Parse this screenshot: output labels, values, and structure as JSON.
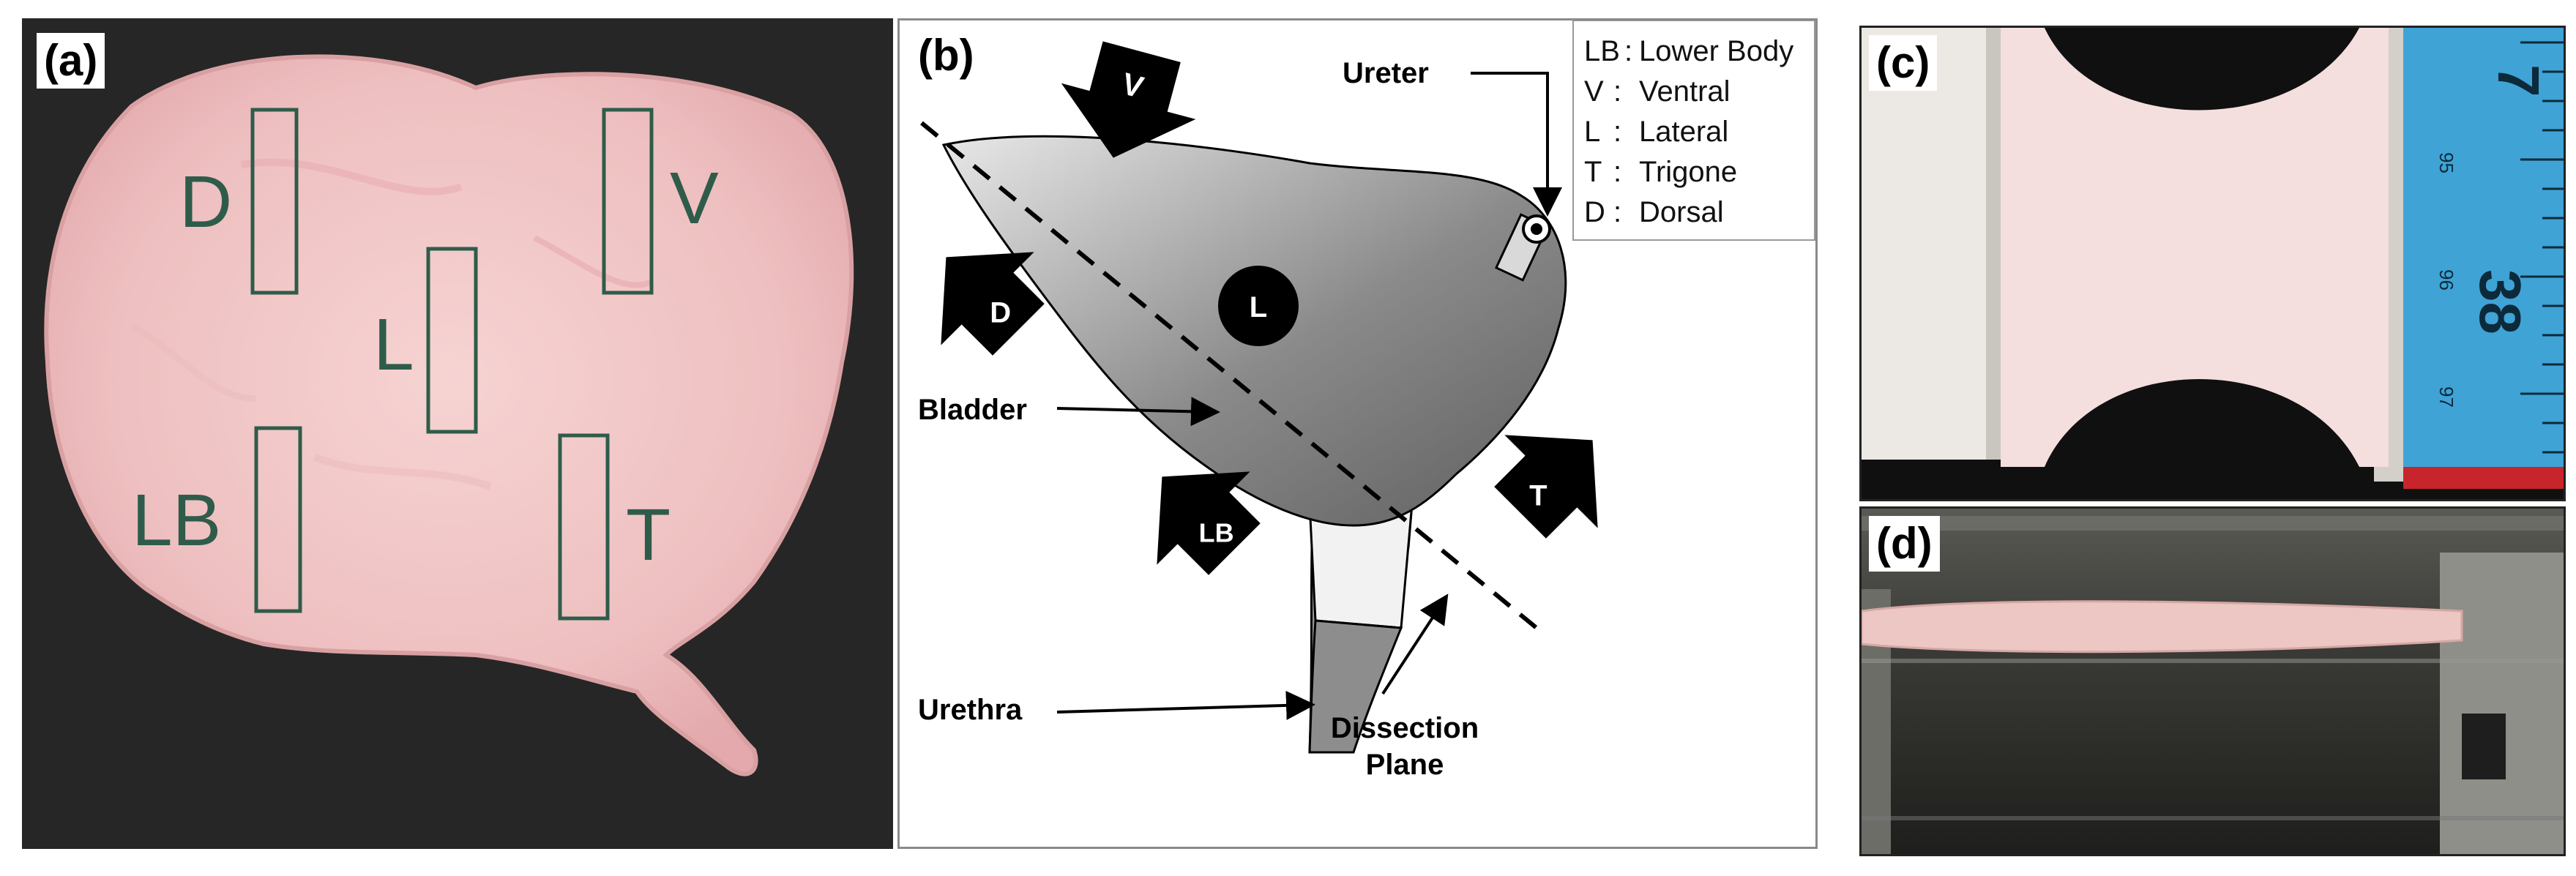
{
  "panels": {
    "a": {
      "label": "(a)",
      "regions": [
        {
          "key": "dorsal",
          "text": "D"
        },
        {
          "key": "ventral",
          "text": "V"
        },
        {
          "key": "lateral",
          "text": "L"
        },
        {
          "key": "lower-body",
          "text": "LB"
        },
        {
          "key": "trigone",
          "text": "T"
        }
      ]
    },
    "b": {
      "label": "(b)",
      "legend": [
        {
          "abbr": "LB",
          "sep": ":",
          "name": "Lower Body"
        },
        {
          "abbr": "V",
          "sep": " :",
          "name": "Ventral"
        },
        {
          "abbr": "L",
          "sep": " :",
          "name": "Lateral"
        },
        {
          "abbr": "T",
          "sep": " :",
          "name": "Trigone"
        },
        {
          "abbr": "D",
          "sep": " :",
          "name": "Dorsal"
        }
      ],
      "labels": {
        "ureter": "Ureter",
        "bladder": "Bladder",
        "urethra": "Urethra",
        "dissection_1": "Dissection",
        "dissection_2": "Plane"
      },
      "arrows": {
        "ventral": "V",
        "dorsal": "D",
        "lower_body": "LB",
        "trigone": "T",
        "lateral": "L"
      }
    },
    "c": {
      "label": "(c)",
      "ruler": {
        "big_top": "7",
        "big_bottom": "38",
        "small_1": "95",
        "small_2": "96",
        "small_3": "97"
      }
    },
    "d": {
      "label": "(d)"
    }
  },
  "colors": {
    "tissue": "#efc3c3",
    "region_outline": "#2f5c4a",
    "background_dark": "#262626",
    "ruler_blue": "#3fa3d6"
  }
}
